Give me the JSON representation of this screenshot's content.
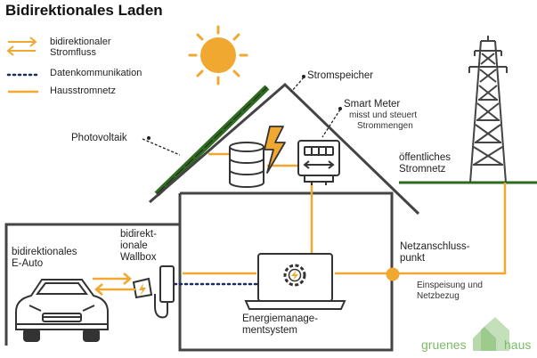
{
  "title": "Bidirektionales Laden",
  "legend": {
    "bidirectional_line1": "bidirektionaler",
    "bidirectional_line2": "Stromfluss",
    "data": "Datenkommunikation",
    "grid": "Hausstromnetz"
  },
  "labels": {
    "storage": "Stromspeicher",
    "smart_meter": "Smart Meter",
    "smart_meter_sub1": "misst und steuert",
    "smart_meter_sub2": "Strommengen",
    "pv": "Photovoltaik",
    "public_grid_line1": "öffentliches",
    "public_grid_line2": "Stromnetz",
    "car_line1": "bidirektionales",
    "car_line2": "E-Auto",
    "wallbox_line1": "bidirekt-",
    "wallbox_line2": "ionale",
    "wallbox_line3": "Wallbox",
    "connection_line1": "Netzanschluss-",
    "connection_line2": "punkt",
    "feed_line1": "Einspeisung und",
    "feed_line2": "Netzbezug",
    "ems_line1": "Energiemanage-",
    "ems_line2": "mentsystem"
  },
  "logo": {
    "part1": "gruenes",
    "part2": "haus"
  },
  "colors": {
    "orange": "#F0A830",
    "navy": "#1A2A5E",
    "green": "#2E6B1F",
    "dark": "#333333",
    "logo_green": "#7DBA68"
  }
}
